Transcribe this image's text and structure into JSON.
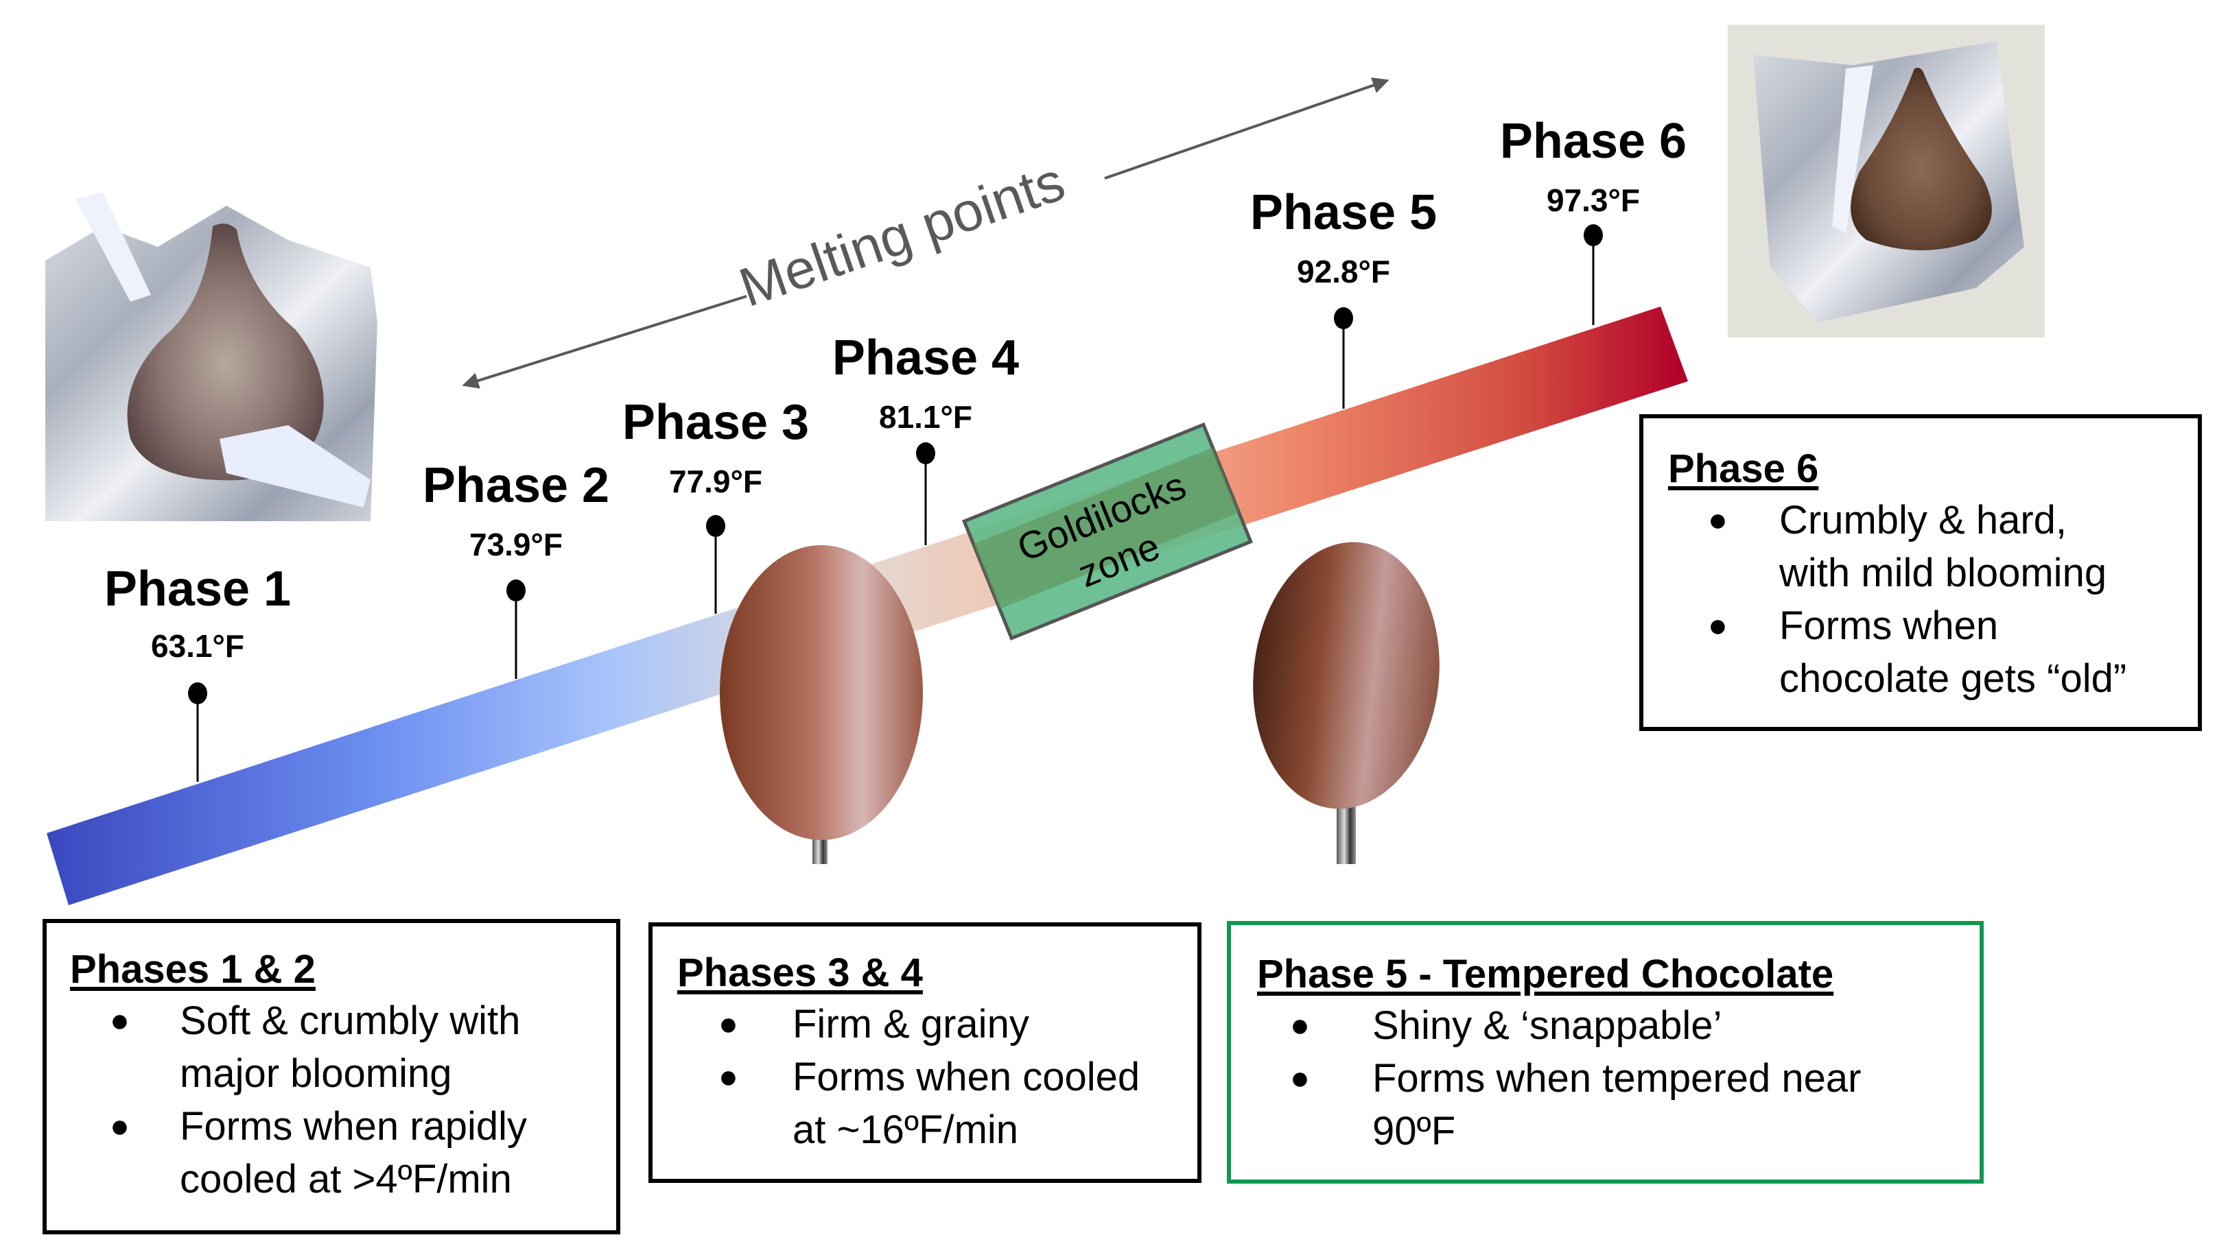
{
  "diagram": {
    "axis_label": "Melting points",
    "colors": {
      "cold": "#3a48c0",
      "cool": "#a6c3fb",
      "neutral": "#e6dfd8",
      "warm": "#f4c1a9",
      "hot_light": "#ef8a6c",
      "hot": "#b00028",
      "goldilocks_fill": "#5fba8a",
      "tempered_box_border": "#119752"
    },
    "goldilocks": {
      "line1": "Goldilocks",
      "line2": "zone"
    },
    "phases": [
      {
        "id": "phase-1",
        "title": "Phase 1",
        "temp_f": 63.1,
        "temp_label": "63.1°F"
      },
      {
        "id": "phase-2",
        "title": "Phase 2",
        "temp_f": 73.9,
        "temp_label": "73.9°F"
      },
      {
        "id": "phase-3",
        "title": "Phase 3",
        "temp_f": 77.9,
        "temp_label": "77.9°F"
      },
      {
        "id": "phase-4",
        "title": "Phase 4",
        "temp_f": 81.1,
        "temp_label": "81.1°F"
      },
      {
        "id": "phase-5",
        "title": "Phase 5",
        "temp_f": 92.8,
        "temp_label": "92.8°F"
      },
      {
        "id": "phase-6",
        "title": "Phase 6",
        "temp_f": 97.3,
        "temp_label": "97.3°F"
      }
    ],
    "images": [
      {
        "id": "bloomed-kiss-phase-1",
        "depicts": "chocolate kiss in foil wrapper with heavy white bloom"
      },
      {
        "id": "bloomed-kiss-phase-6",
        "depicts": "chocolate kiss in foil wrapper with mottled bloom"
      },
      {
        "id": "spoon-phases-3-4",
        "depicts": "chocolate-coated spoon, dull grainy finish"
      },
      {
        "id": "spoon-phase-5",
        "depicts": "chocolate-coated spoon, shiny tempered finish"
      }
    ]
  },
  "boxes": {
    "phases_1_2": {
      "title": "Phases 1 & 2",
      "bullets": [
        {
          "line1": "Soft & crumbly with",
          "line2": "major blooming"
        },
        {
          "line1": "Forms when rapidly",
          "line2": "cooled at >4ºF/min"
        }
      ]
    },
    "phases_3_4": {
      "title": "Phases 3 & 4",
      "bullets": [
        {
          "line1": "Firm & grainy",
          "line2": ""
        },
        {
          "line1": "Forms when cooled",
          "line2": "at ~16ºF/min"
        }
      ]
    },
    "phase_5": {
      "title": "Phase 5 - Tempered Chocolate",
      "bullets": [
        {
          "line1": "Shiny & ‘snappable’",
          "line2": ""
        },
        {
          "line1": "Forms when tempered near",
          "line2": "90ºF"
        }
      ]
    },
    "phase_6": {
      "title": "Phase 6",
      "bullets": [
        {
          "line1": "Crumbly & hard,",
          "line2": "with mild blooming"
        },
        {
          "line1": "Forms when",
          "line2": "chocolate gets “old”"
        }
      ]
    },
    "bullet_glyph": "●"
  }
}
